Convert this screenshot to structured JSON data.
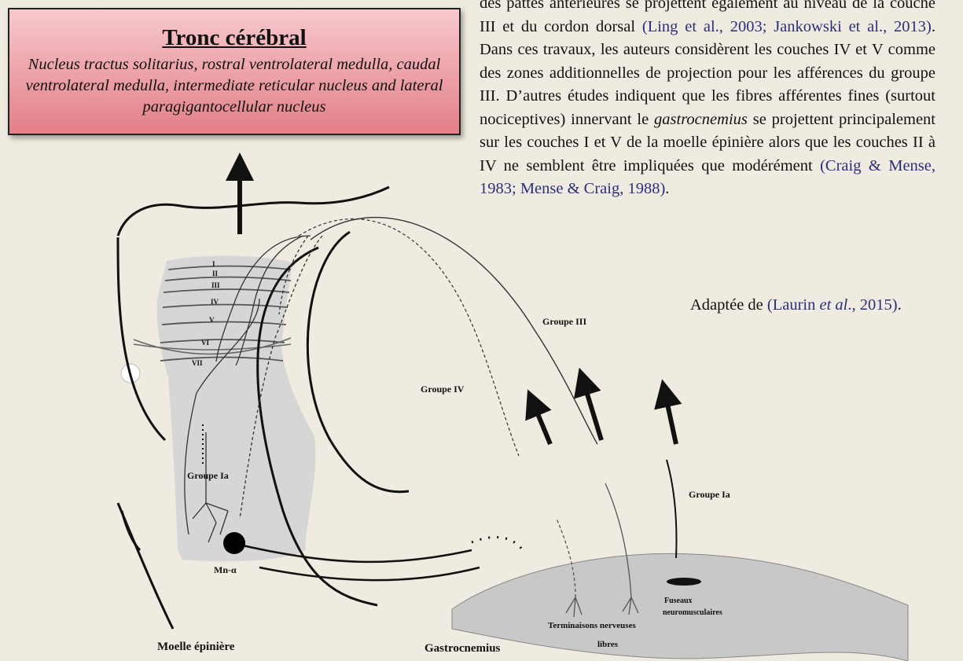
{
  "title_box": {
    "title": "Tronc cérébral",
    "subtitle": "Nucleus tractus solitarius, rostral ventrolateral medulla, caudal ventrolateral medulla, intermediate reticular nucleus and lateral paragigantocellular nucleus"
  },
  "paragraph": {
    "p1": "des pattes antérieures se projettent également au niveau de la couche III et du cordon dorsal ",
    "r1": "(Ling et al., 2003; Jankowski et al., 2013)",
    "p2": ". Dans ces travaux, les auteurs considèrent les couches IV et V comme des zones additionnelles de projection pour les afférences du groupe III. D’autres études indiquent que les fibres afférentes fines (surtout nociceptives) innervant le ",
    "p3": "gastrocnemius",
    "p4": " se projettent principalement sur les couches I et V de la moelle épinière alors que les couches II à IV ne semblent être impliquées que modérément ",
    "r2": "(Craig & Mense, 1983; Mense & Craig, 1988)",
    "p5": "."
  },
  "adapted": {
    "prefix": "Adaptée de ",
    "ref_open": "(Laurin ",
    "ref_italic": "et al",
    "ref_close": "., 2015)",
    "suffix": "."
  },
  "labels": {
    "groupe_iii": "Groupe III",
    "groupe_iv": "Groupe IV",
    "groupe_ia_spinal": "Groupe Ia",
    "groupe_ia_muscle": "Groupe Ia",
    "mn_alpha": "Mn-α",
    "moelle": "Moelle épinière",
    "gastrocnemius": "Gastrocnemius",
    "terminaisons_line1": "Terminaisons nerveuses",
    "terminaisons_line2": "libres",
    "fuseaux_line1": "Fuseaux",
    "fuseaux_line2": "neuromusculaires"
  },
  "laminae": [
    "I",
    "II",
    "III",
    "IV",
    "V",
    "VI",
    "VII"
  ],
  "colors": {
    "background": "#efebe0",
    "title_box_top": "#f7c9ce",
    "title_box_bottom": "#e37f87",
    "reference_text": "#2b2f7a",
    "grey_matter": "#d6d6d6",
    "muscle": "#c8c8c8"
  }
}
